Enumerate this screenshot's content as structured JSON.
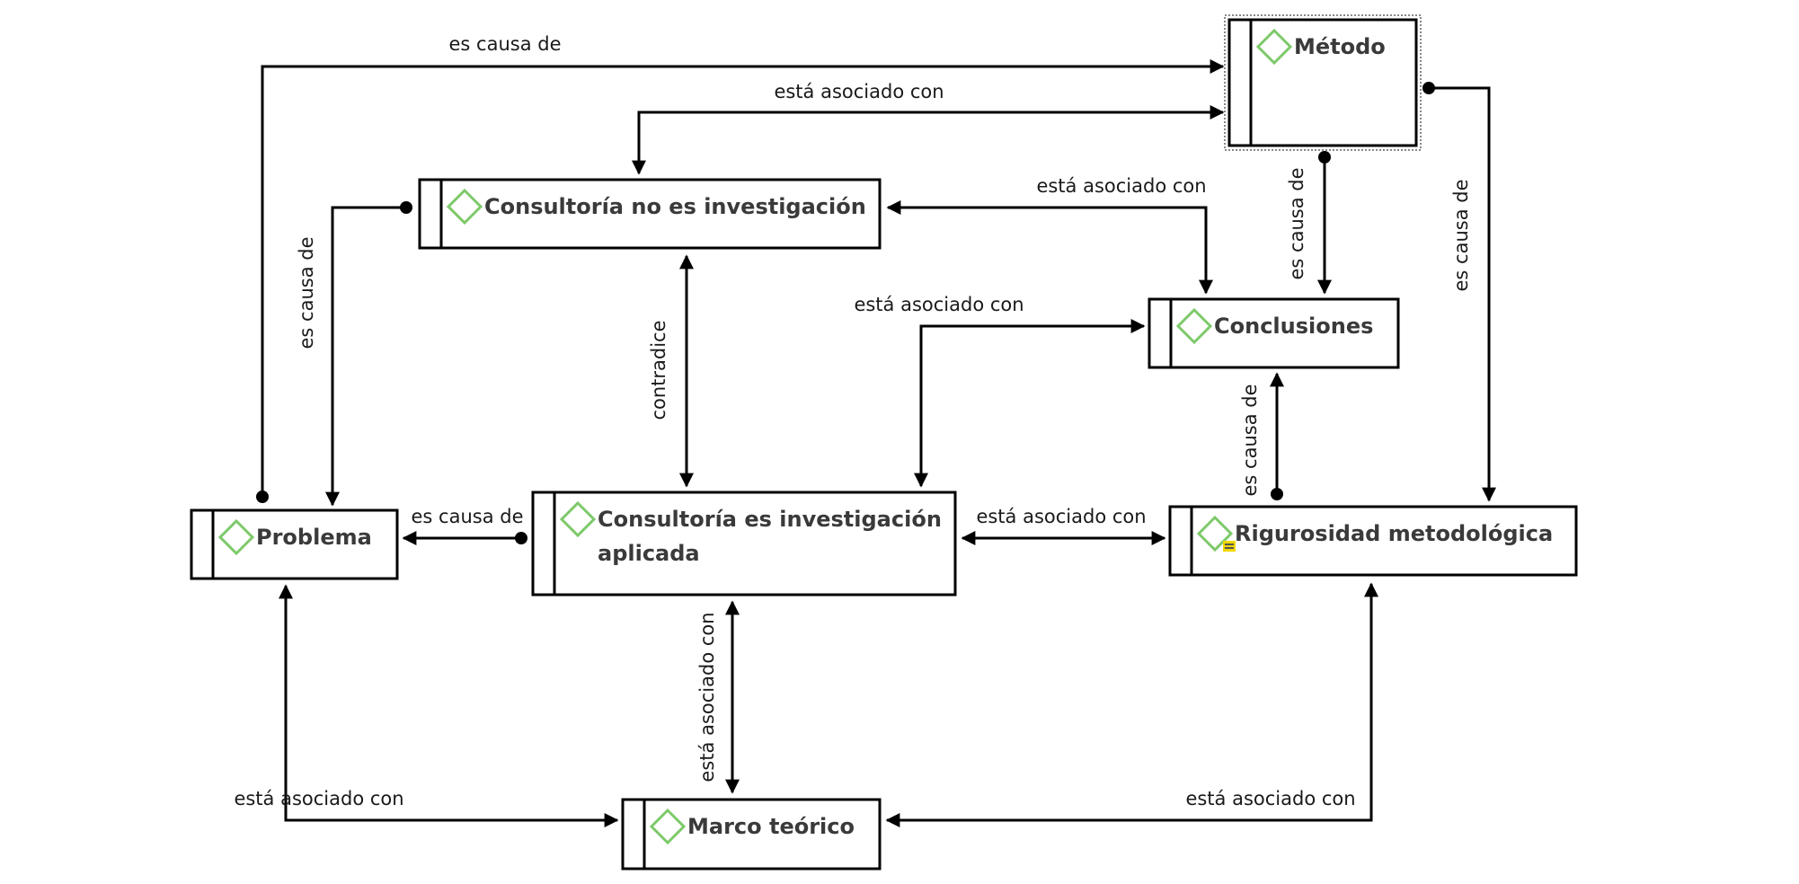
{
  "diagram": {
    "type": "concept-map",
    "colors": {
      "node_border": "#000000",
      "node_icon": "#7dc96a",
      "node_text": "#3a3a3a",
      "note_icon": "#f0d800",
      "link": "#000000"
    },
    "nodes": [
      {
        "id": "metodo",
        "label_lines": [
          "Método"
        ],
        "selected": true,
        "has_note": false
      },
      {
        "id": "consultoria-no",
        "label_lines": [
          "Consultoría no es investigación"
        ],
        "selected": false,
        "has_note": false
      },
      {
        "id": "conclusiones",
        "label_lines": [
          "Conclusiones"
        ],
        "selected": false,
        "has_note": false
      },
      {
        "id": "problema",
        "label_lines": [
          "Problema"
        ],
        "selected": false,
        "has_note": false
      },
      {
        "id": "consultoria-es",
        "label_lines": [
          "Consultoría es investigación",
          "aplicada"
        ],
        "selected": false,
        "has_note": false
      },
      {
        "id": "rigurosidad",
        "label_lines": [
          "Rigurosidad metodológica"
        ],
        "selected": false,
        "has_note": true
      },
      {
        "id": "marco",
        "label_lines": [
          "Marco teórico"
        ],
        "selected": false,
        "has_note": false
      }
    ],
    "links": [
      {
        "from": "problema",
        "to": "metodo",
        "label": "es causa de"
      },
      {
        "from": "consultoria-no",
        "to": "metodo",
        "label": "está asociado con",
        "bidirectional": true
      },
      {
        "from": "consultoria-no",
        "to": "problema",
        "label": "es causa de"
      },
      {
        "from": "consultoria-no",
        "to": "conclusiones",
        "label": "está asociado con",
        "bidirectional": true
      },
      {
        "from": "metodo",
        "to": "conclusiones",
        "label": "es causa de"
      },
      {
        "from": "metodo",
        "to": "rigurosidad",
        "label": "es causa de"
      },
      {
        "from": "consultoria-no",
        "to": "consultoria-es",
        "label": "contradice",
        "bidirectional": true
      },
      {
        "from": "consultoria-es",
        "to": "conclusiones",
        "label": "está asociado con",
        "bidirectional": true
      },
      {
        "from": "rigurosidad",
        "to": "conclusiones",
        "label": "es causa de"
      },
      {
        "from": "consultoria-es",
        "to": "problema",
        "label": "es causa de"
      },
      {
        "from": "consultoria-es",
        "to": "rigurosidad",
        "label": "está asociado con",
        "bidirectional": true
      },
      {
        "from": "consultoria-es",
        "to": "marco",
        "label": "está asociado con",
        "bidirectional": true
      },
      {
        "from": "problema",
        "to": "marco",
        "label": "está asociado con",
        "bidirectional": true
      },
      {
        "from": "rigurosidad",
        "to": "marco",
        "label": "está asociado con",
        "bidirectional": true
      }
    ]
  }
}
